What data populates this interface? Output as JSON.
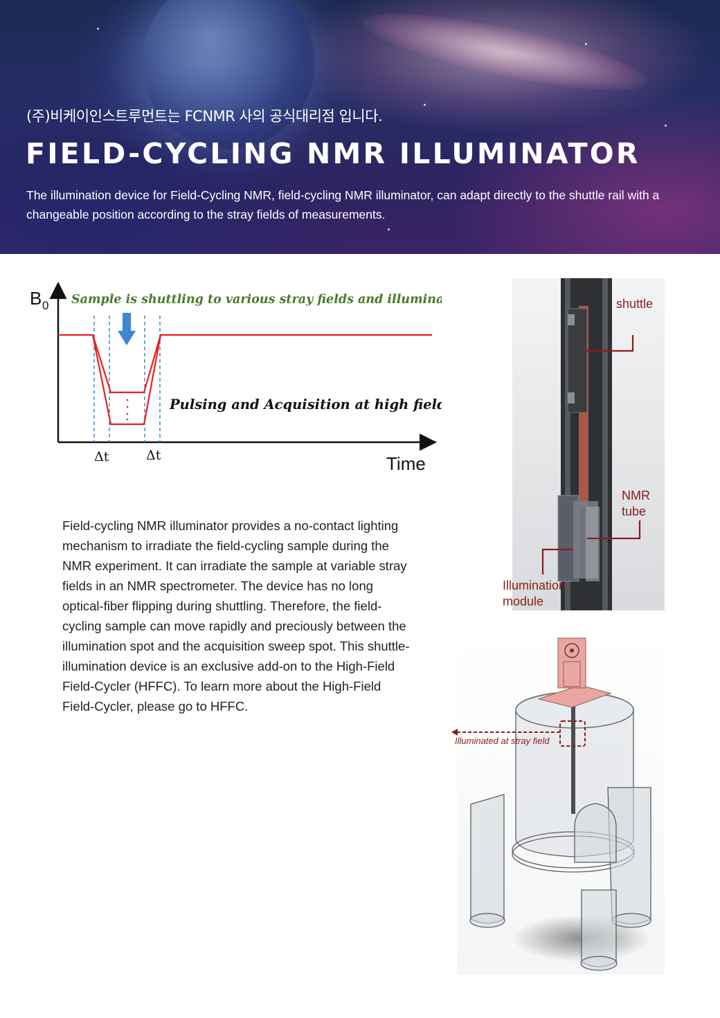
{
  "hero": {
    "korean_line": "(주)비케이인스트루먼트는 FCNMR 사의 공식대리점 입니다.",
    "title": "FIELD-CYCLING NMR ILLUMINATOR",
    "description": "The illumination device for Field-Cycling NMR, field-cycling NMR illuminator, can adapt directly to the shuttle rail with a changeable position according to the stray fields of measurements."
  },
  "graph": {
    "y_label": "B",
    "y_label_sub": "0",
    "x_label": "Time",
    "caption_top": "Sample is shuttling to various stray fields and illuminated",
    "caption_mid": "Pulsing and Acquisition at high field",
    "delta_left": "Δt",
    "delta_right": "Δt",
    "colors": {
      "curve": "#e8201e",
      "caption_top": "#4a7a2a",
      "guides": "#3a86c8",
      "arrow": "#3d86d6"
    }
  },
  "body_text": "Field-cycling NMR illuminator provides a no-contact lighting mechanism to irradiate the field-cycling sample during the NMR experiment. It can irradiate the sample at variable stray fields in an NMR spectrometer. The device has no long optical-fiber flipping during shuttling. Therefore, the field-cycling sample can move rapidly and preciously between the illumination spot and the acquisition sweep spot. This shuttle-illumination device is an exclusive add-on to the High-Field Field-Cycler (HFFC). To learn more about the High-Field Field-Cycler, please go to HFFC.",
  "rail_figure": {
    "label_shuttle": "shuttle",
    "label_nmr_1": "NMR",
    "label_nmr_2": "tube",
    "label_illum_1": "Illumination",
    "label_illum_2": "module",
    "label_color": "#8a1c1c"
  },
  "magnet_figure": {
    "stray_label": "Illuminated at stray field"
  }
}
